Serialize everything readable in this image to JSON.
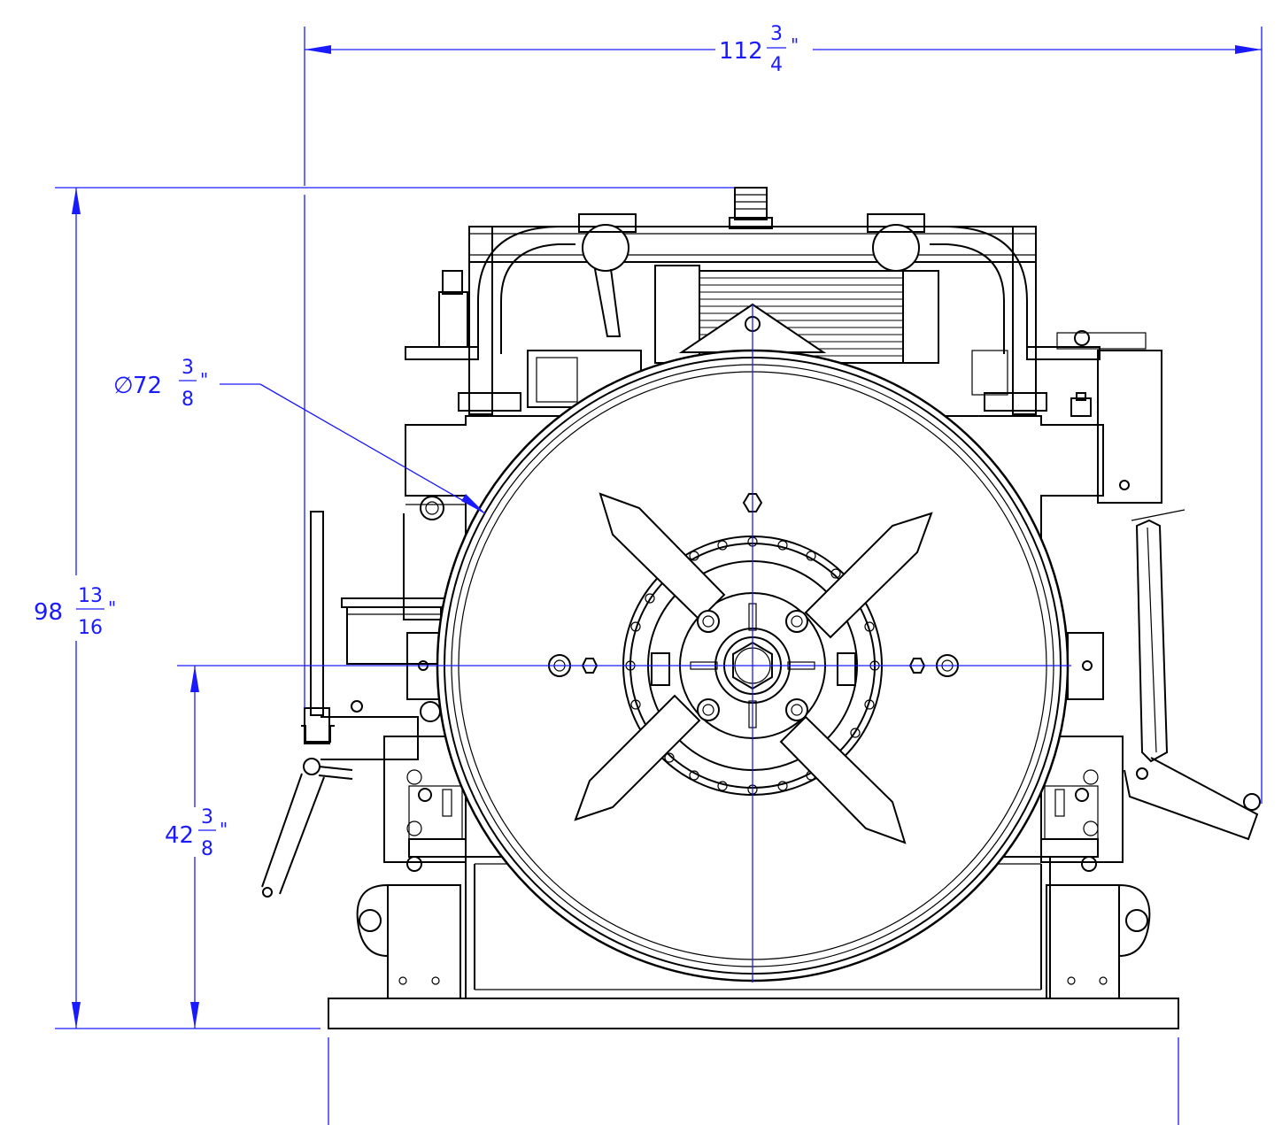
{
  "drawing": {
    "dimensions": {
      "overall_width": {
        "whole": "112",
        "num": "3",
        "den": "4",
        "unit": "\""
      },
      "overall_height": {
        "whole": "98",
        "num": "13",
        "den": "16",
        "unit": "\""
      },
      "center_height": {
        "whole": "42",
        "num": "3",
        "den": "8",
        "unit": "\""
      },
      "drum_diameter": {
        "symbol": "∅",
        "whole": "72",
        "num": "3",
        "den": "8",
        "unit": "\""
      }
    },
    "colors": {
      "dimension": "#1a1aff",
      "linework": "#000000",
      "background": "#ffffff"
    }
  }
}
